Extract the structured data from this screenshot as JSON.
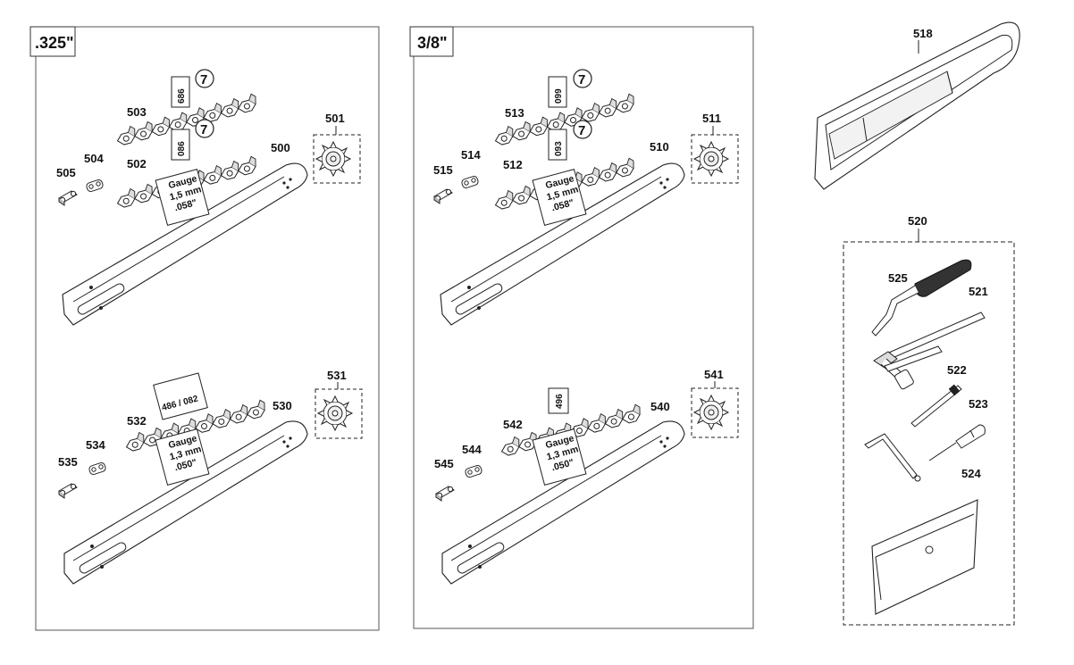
{
  "panels": [
    {
      "title": ".325\"",
      "upper": {
        "chain_top": {
          "number": "503",
          "code": "686",
          "pitch_symbol": "7"
        },
        "chain_bottom": {
          "number": "502",
          "code": "086",
          "pitch_symbol": "7"
        },
        "link_a": "505",
        "link_b": "504",
        "bar": "500",
        "sprocket": "501",
        "gauge": [
          "Gauge",
          "1,5 mm",
          ".058\""
        ]
      },
      "lower": {
        "chain": {
          "number": "532",
          "code": "486 / 082"
        },
        "link_a": "535",
        "link_b": "534",
        "bar": "530",
        "sprocket": "531",
        "gauge": [
          "Gauge",
          "1,3 mm",
          ".050\""
        ]
      }
    },
    {
      "title": "3/8\"",
      "upper": {
        "chain_top": {
          "number": "513",
          "code": "099",
          "pitch_symbol": "7"
        },
        "chain_bottom": {
          "number": "512",
          "code": "093",
          "pitch_symbol": "7"
        },
        "link_a": "515",
        "link_b": "514",
        "bar": "510",
        "sprocket": "511",
        "gauge": [
          "Gauge",
          "1,5 mm",
          ".058\""
        ]
      },
      "lower": {
        "chain": {
          "number": "542",
          "code": "496"
        },
        "link_a": "545",
        "link_b": "544",
        "bar": "540",
        "sprocket": "541",
        "gauge": [
          "Gauge",
          "1,3 mm",
          ".050\""
        ]
      }
    }
  ],
  "bar_cover": "518",
  "toolkit": {
    "number": "520",
    "parts": {
      "screwdriver_handle": "525",
      "file": "521",
      "wrench_pin": "522",
      "small_screwdriver": "523",
      "guide_case": "524"
    }
  }
}
